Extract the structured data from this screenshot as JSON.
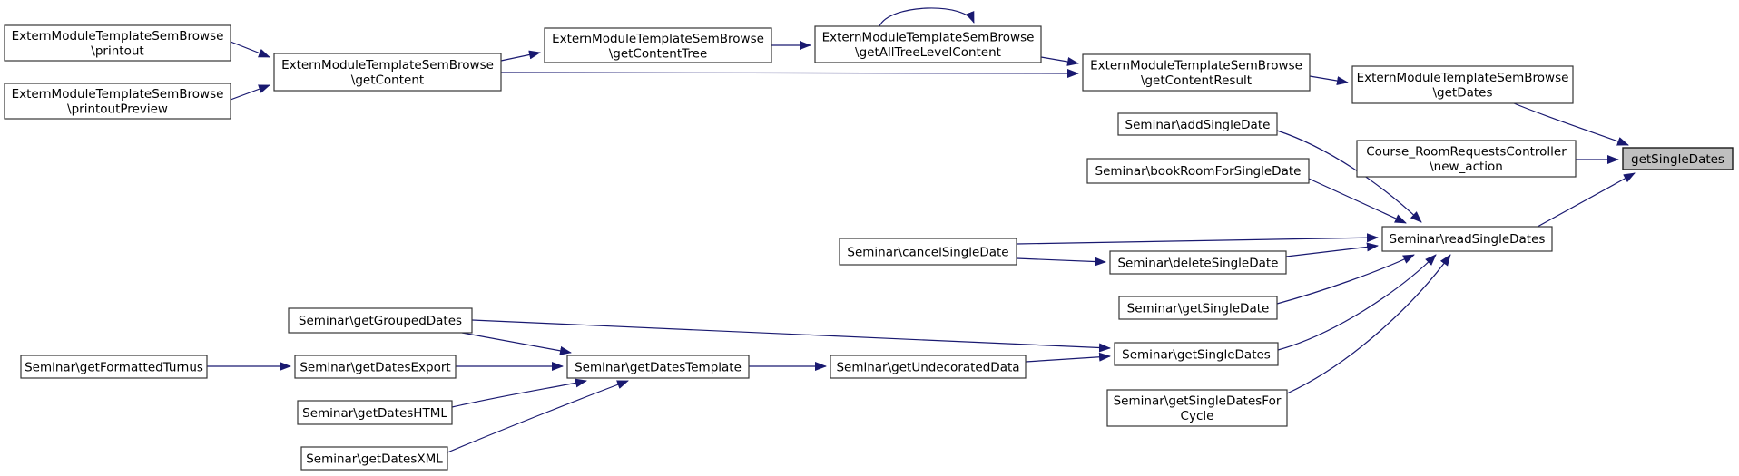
{
  "diagram": {
    "type": "doxygen-call-graph",
    "highlighted_node": "getSingleDates",
    "colors": {
      "edge": "#191970",
      "node_border": "#353535",
      "node_fill": "#ffffff",
      "highlight_fill": "#bfbfbf",
      "text": "#000000",
      "background": "#ffffff"
    }
  },
  "nodes": {
    "extern_printout": {
      "line1": "ExternModuleTemplateSemBrowse",
      "line2": "\\printout"
    },
    "extern_printout_preview": {
      "line1": "ExternModuleTemplateSemBrowse",
      "line2": "\\printoutPreview"
    },
    "extern_get_content": {
      "line1": "ExternModuleTemplateSemBrowse",
      "line2": "\\getContent"
    },
    "extern_get_content_tree": {
      "line1": "ExternModuleTemplateSemBrowse",
      "line2": "\\getContentTree"
    },
    "extern_get_all_tree_level_content": {
      "line1": "ExternModuleTemplateSemBrowse",
      "line2": "\\getAllTreeLevelContent"
    },
    "extern_get_content_result": {
      "line1": "ExternModuleTemplateSemBrowse",
      "line2": "\\getContentResult"
    },
    "extern_get_dates": {
      "line1": "ExternModuleTemplateSemBrowse",
      "line2": "\\getDates"
    },
    "seminar_add_single_date": {
      "label": "Seminar\\addSingleDate"
    },
    "seminar_book_room_for_single_date": {
      "label": "Seminar\\bookRoomForSingleDate"
    },
    "course_room_requests_new_action": {
      "line1": "Course_RoomRequestsController",
      "line2": "\\new_action"
    },
    "get_single_dates": {
      "label": "getSingleDates"
    },
    "seminar_read_single_dates": {
      "label": "Seminar\\readSingleDates"
    },
    "seminar_cancel_single_date": {
      "label": "Seminar\\cancelSingleDate"
    },
    "seminar_delete_single_date": {
      "label": "Seminar\\deleteSingleDate"
    },
    "seminar_get_single_date": {
      "label": "Seminar\\getSingleDate"
    },
    "seminar_get_grouped_dates": {
      "label": "Seminar\\getGroupedDates"
    },
    "seminar_get_formatted_turnus": {
      "label": "Seminar\\getFormattedTurnus"
    },
    "seminar_get_dates_export": {
      "label": "Seminar\\getDatesExport"
    },
    "seminar_get_dates_template": {
      "label": "Seminar\\getDatesTemplate"
    },
    "seminar_get_undecorated_data": {
      "label": "Seminar\\getUndecoratedData"
    },
    "seminar_get_single_dates": {
      "label": "Seminar\\getSingleDates"
    },
    "seminar_get_dates_html": {
      "label": "Seminar\\getDatesHTML"
    },
    "seminar_get_single_dates_for_cycle": {
      "line1": "Seminar\\getSingleDatesFor",
      "line2": "Cycle"
    },
    "seminar_get_dates_xml": {
      "label": "Seminar\\getDatesXML"
    }
  },
  "edges": [
    {
      "from": "extern_printout",
      "to": "extern_get_content"
    },
    {
      "from": "extern_printout_preview",
      "to": "extern_get_content"
    },
    {
      "from": "extern_get_content",
      "to": "extern_get_content_tree"
    },
    {
      "from": "extern_get_content",
      "to": "extern_get_content_result"
    },
    {
      "from": "extern_get_content_tree",
      "to": "extern_get_all_tree_level_content"
    },
    {
      "from": "extern_get_all_tree_level_content",
      "to": "extern_get_all_tree_level_content"
    },
    {
      "from": "extern_get_all_tree_level_content",
      "to": "extern_get_content_result"
    },
    {
      "from": "extern_get_content_result",
      "to": "extern_get_dates"
    },
    {
      "from": "extern_get_dates",
      "to": "get_single_dates"
    },
    {
      "from": "course_room_requests_new_action",
      "to": "get_single_dates"
    },
    {
      "from": "seminar_read_single_dates",
      "to": "get_single_dates"
    },
    {
      "from": "seminar_add_single_date",
      "to": "seminar_read_single_dates"
    },
    {
      "from": "seminar_book_room_for_single_date",
      "to": "seminar_read_single_dates"
    },
    {
      "from": "seminar_cancel_single_date",
      "to": "seminar_read_single_dates"
    },
    {
      "from": "seminar_cancel_single_date",
      "to": "seminar_delete_single_date"
    },
    {
      "from": "seminar_delete_single_date",
      "to": "seminar_read_single_dates"
    },
    {
      "from": "seminar_get_single_date",
      "to": "seminar_read_single_dates"
    },
    {
      "from": "seminar_get_single_dates",
      "to": "seminar_read_single_dates"
    },
    {
      "from": "seminar_get_single_dates_for_cycle",
      "to": "seminar_read_single_dates"
    },
    {
      "from": "seminar_get_grouped_dates",
      "to": "seminar_get_single_dates"
    },
    {
      "from": "seminar_get_grouped_dates",
      "to": "seminar_get_dates_template"
    },
    {
      "from": "seminar_get_formatted_turnus",
      "to": "seminar_get_dates_export"
    },
    {
      "from": "seminar_get_dates_export",
      "to": "seminar_get_dates_template"
    },
    {
      "from": "seminar_get_dates_html",
      "to": "seminar_get_dates_template"
    },
    {
      "from": "seminar_get_dates_xml",
      "to": "seminar_get_dates_template"
    },
    {
      "from": "seminar_get_dates_template",
      "to": "seminar_get_undecorated_data"
    },
    {
      "from": "seminar_get_undecorated_data",
      "to": "seminar_get_single_dates"
    }
  ]
}
